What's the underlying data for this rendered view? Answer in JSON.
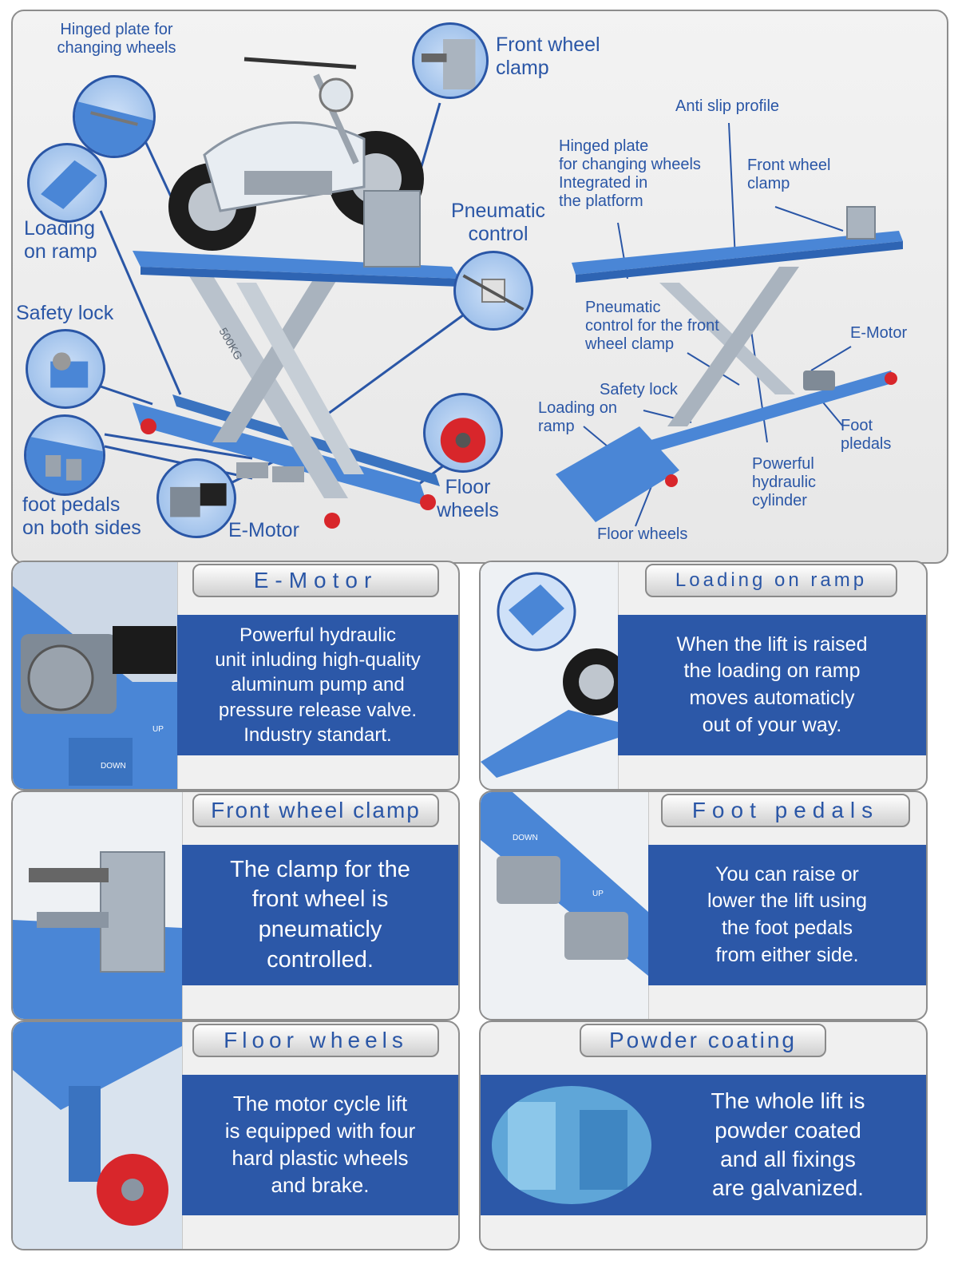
{
  "hero": {
    "callouts": {
      "hinged_plate_left": "Hinged plate for\nchanging wheels",
      "front_wheel_clamp_left": "Front wheel\nclamp",
      "loading_on_ramp_left": "Loading\non ramp",
      "pneumatic_control_left": "Pneumatic\ncontrol",
      "safety_lock_left": "Safety lock",
      "foot_pedals_left": "foot pedals\non both sides",
      "e_motor_left": "E-Motor",
      "floor_wheels_left": "Floor\nwheels",
      "anti_slip": "Anti slip profile",
      "hinged_plate_right": "Hinged plate\nfor changing wheels\nIntegrated in\nthe platform",
      "front_wheel_clamp_right": "Front wheel\nclamp",
      "pneumatic_control_right": "Pneumatic\ncontrol for the front\nwheel clamp",
      "e_motor_right": "E-Motor",
      "safety_lock_right": "Safety lock",
      "loading_on_ramp_right": "Loading on\nramp",
      "foot_pedals_right": "Foot\npledals",
      "hydraulic_cylinder": "Powerful\nhydraulic\ncylinder",
      "floor_wheels_right": "Floor wheels"
    },
    "plate_marking": "500KG"
  },
  "cards": {
    "emotor": {
      "title": "E-Motor",
      "text": "Powerful hydraulic\nunit inluding high-quality\naluminum pump and\npressure release valve.\nIndustry standart.",
      "pedal_down": "DOWN",
      "pedal_up": "UP"
    },
    "ramp": {
      "title": "Loading on ramp",
      "text": "When the lift is raised\nthe loading on ramp\nmoves automaticly\nout of your way."
    },
    "clamp": {
      "title": "Front wheel clamp",
      "text": "The clamp for the\nfront wheel is\npneumaticly\ncontrolled."
    },
    "pedals": {
      "title": "Foot pedals",
      "text": "You can raise or\nlower the lift using\nthe foot pedals\nfrom either side.",
      "pedal_down": "DOWN",
      "pedal_up": "UP"
    },
    "wheels": {
      "title": "Floor wheels",
      "text": "The motor cycle lift\nis equipped with four\nhard plastic wheels\nand brake."
    },
    "coating": {
      "title": "Powder coating",
      "text": "The whole lift is\npowder coated\nand all fixings\nare galvanized."
    }
  },
  "colors": {
    "accent_blue": "#2c58a8",
    "lift_blue": "#4a86d6",
    "frame_grey": "#b9c2cc",
    "wheel_red": "#d8262b"
  }
}
